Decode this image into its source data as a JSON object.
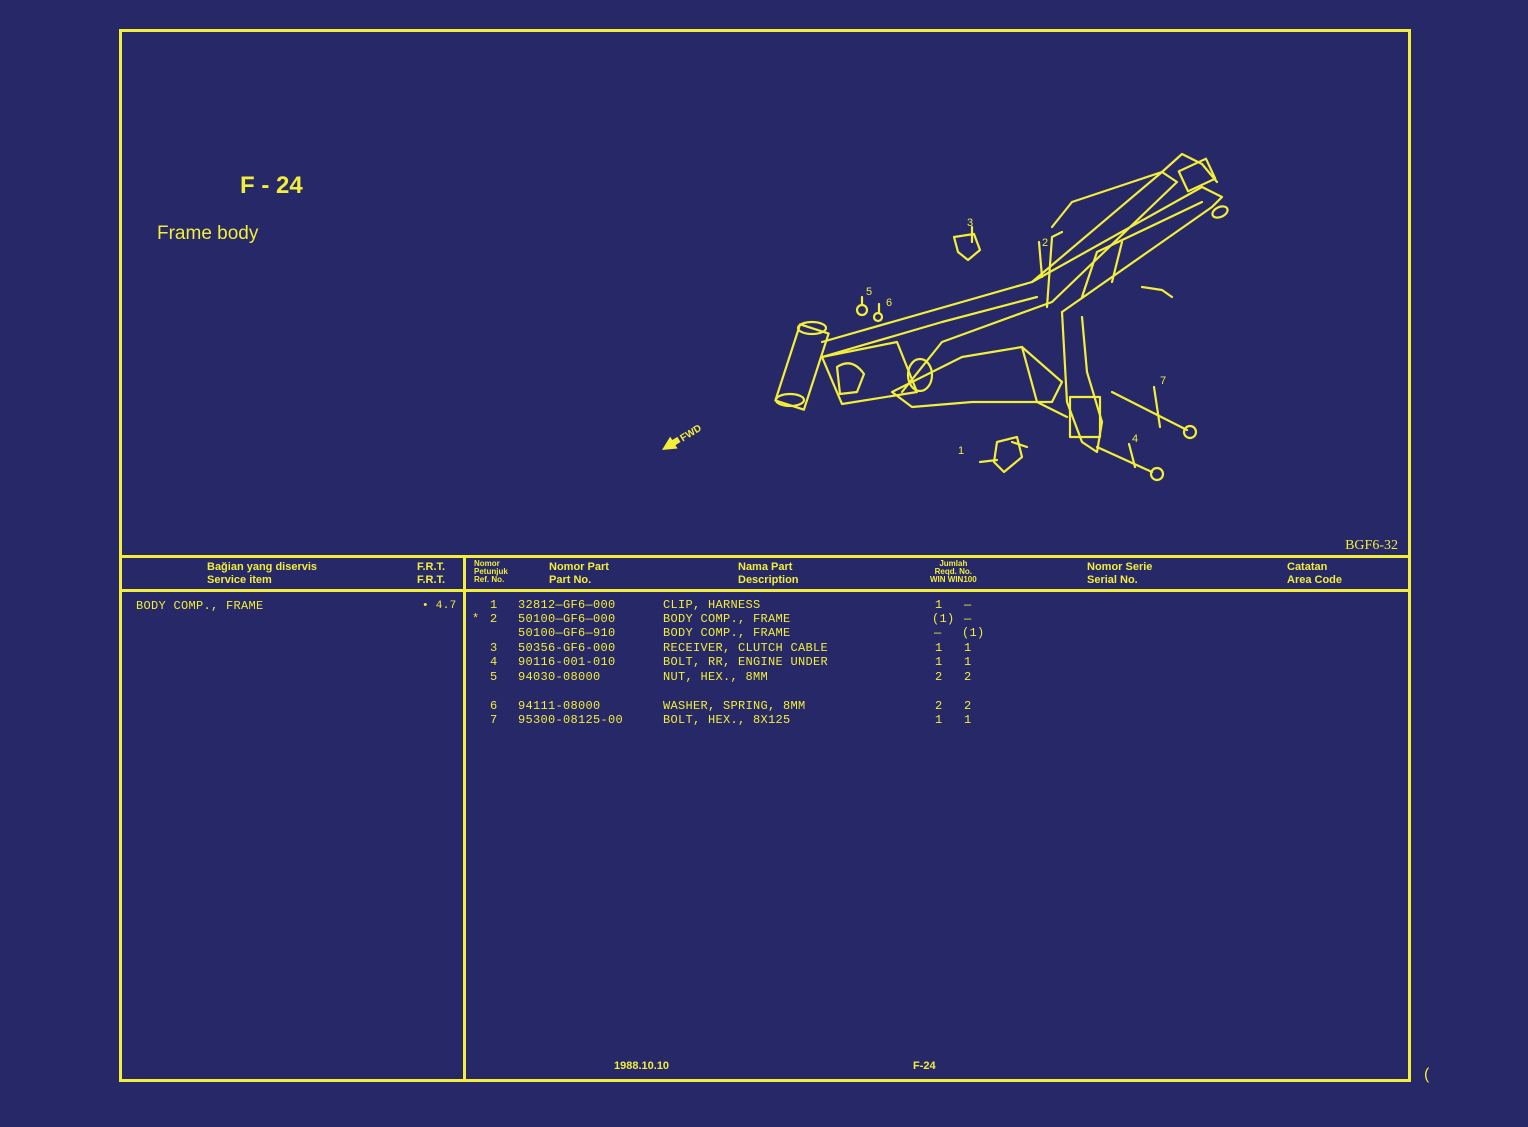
{
  "page": {
    "code": "F - 24",
    "title": "Frame body",
    "illustration_ref": "BGF6-32",
    "footer_date": "1988.10.10",
    "footer_page": "F-24",
    "corner_mark": "("
  },
  "illustration": {
    "fwd_label": "FWD",
    "callouts": [
      "1",
      "2",
      "3",
      "4",
      "5",
      "6",
      "7"
    ]
  },
  "left_table": {
    "headers": {
      "item_id": "Bağian yang diservis",
      "item_en": "Service item",
      "frt_id": "F.R.T.",
      "frt_en": "F.R.T."
    },
    "rows": [
      {
        "item": "BODY COMP., FRAME",
        "frt": "• 4.7"
      }
    ]
  },
  "right_table": {
    "headers": {
      "ref_id_1": "Nomor",
      "ref_id_2": "Petunjuk",
      "ref_en": "Ref. No.",
      "part_id": "Nomor Part",
      "part_en": "Part No.",
      "desc_id": "Nama Part",
      "desc_en": "Description",
      "qty_id_1": "Jumlah",
      "qty_id_2": "Reqd. No.",
      "qty_en": "WIN WIN100",
      "serial_id": "Nomor Serie",
      "serial_en": "Serial No.",
      "area_id": "Catatan",
      "area_en": "Area Code"
    },
    "rows": [
      {
        "mark": "",
        "ref": "1",
        "part": "32812—GF6—000",
        "desc": "CLIP, HARNESS",
        "q1": "1",
        "q2": "—"
      },
      {
        "mark": "*",
        "ref": "2",
        "part": "50100—GF6—000",
        "desc": "BODY COMP., FRAME",
        "q1": "(1)",
        "q2": "—"
      },
      {
        "mark": "",
        "ref": "",
        "part": "50100—GF6—910",
        "desc": "BODY COMP., FRAME",
        "q1": "—",
        "q2": "(1)"
      },
      {
        "mark": "",
        "ref": "3",
        "part": "50356-GF6-000",
        "desc": "RECEIVER, CLUTCH CABLE",
        "q1": "1",
        "q2": "1"
      },
      {
        "mark": "",
        "ref": "4",
        "part": "90116-001-010",
        "desc": "BOLT, RR, ENGINE UNDER",
        "q1": "1",
        "q2": "1"
      },
      {
        "mark": "",
        "ref": "5",
        "part": "94030-08000",
        "desc": "NUT, HEX., 8MM",
        "q1": "2",
        "q2": "2"
      },
      {
        "mark": "",
        "ref": "6",
        "part": "94111-08000",
        "desc": "WASHER, SPRING, 8MM",
        "q1": "2",
        "q2": "2"
      },
      {
        "mark": "",
        "ref": "7",
        "part": "95300-08125-00",
        "desc": "BOLT, HEX., 8X125",
        "q1": "1",
        "q2": "1"
      }
    ]
  },
  "colors": {
    "background": "#262868",
    "ink": "#f2ee3a"
  }
}
